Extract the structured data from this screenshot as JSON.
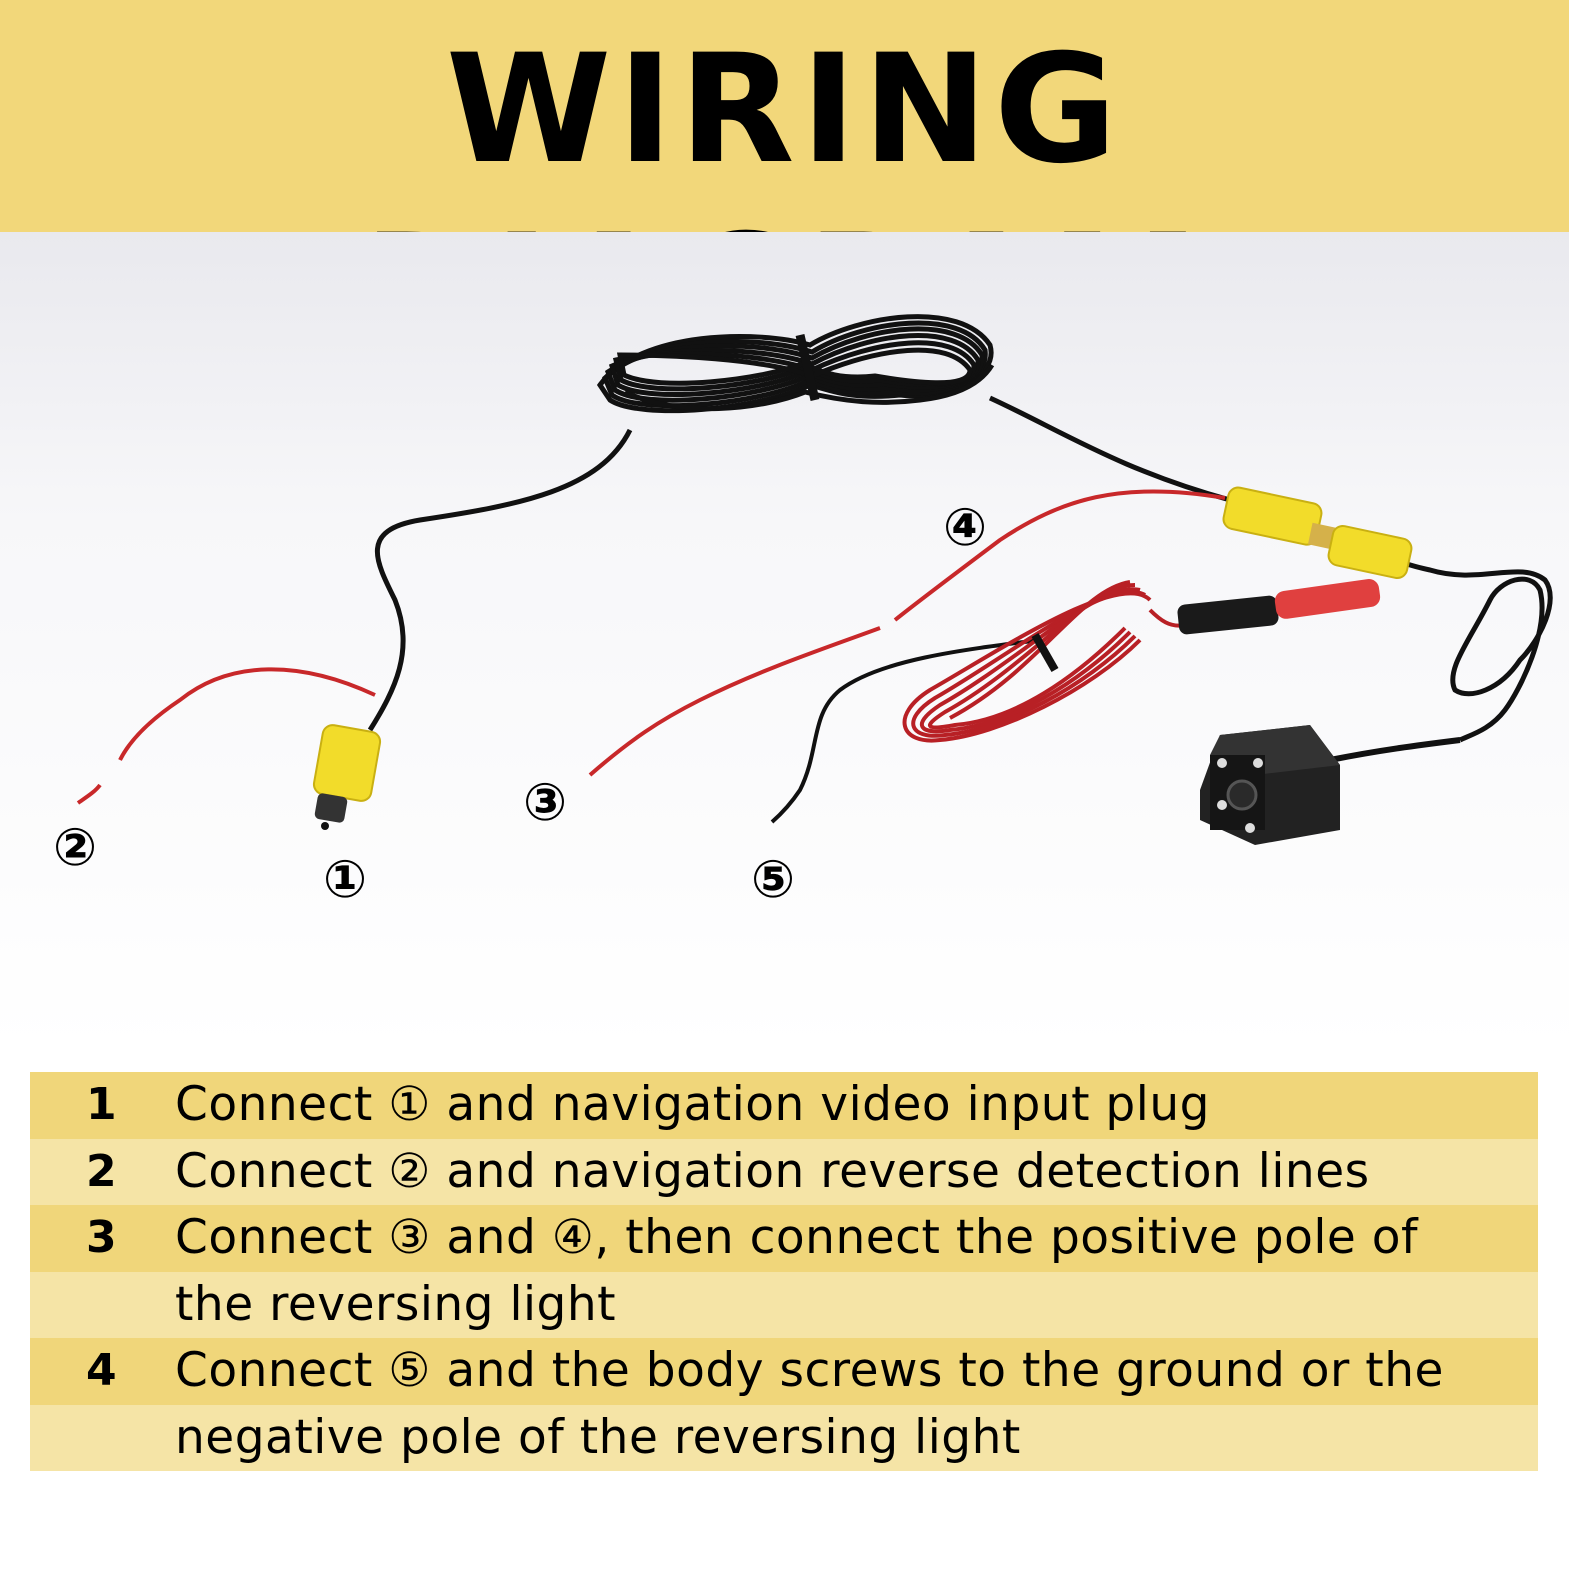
{
  "header": {
    "title": "WIRING DIAGRAM"
  },
  "labels": [
    "②",
    "①",
    "③",
    "④",
    "⑤"
  ],
  "steps": [
    {
      "number": "1",
      "lines": [
        "Connect ① and navigation video input plug"
      ]
    },
    {
      "number": "2",
      "lines": [
        "Connect ② and navigation reverse detection lines"
      ]
    },
    {
      "number": "3",
      "lines": [
        "Connect ③ and ④, then connect the positive pole of",
        "the reversing light"
      ]
    },
    {
      "number": "4",
      "lines": [
        "Connect ⑤ and the body screws to the ground or the",
        "negative pole of the reversing light"
      ]
    }
  ],
  "colors": {
    "banner": "#f2d77a",
    "row_dark": "#f0d67a",
    "row_light": "#f5e4a6",
    "rca_yellow": "#f2dc2a",
    "wire_red": "#c8282a",
    "cable_black": "#111111"
  }
}
